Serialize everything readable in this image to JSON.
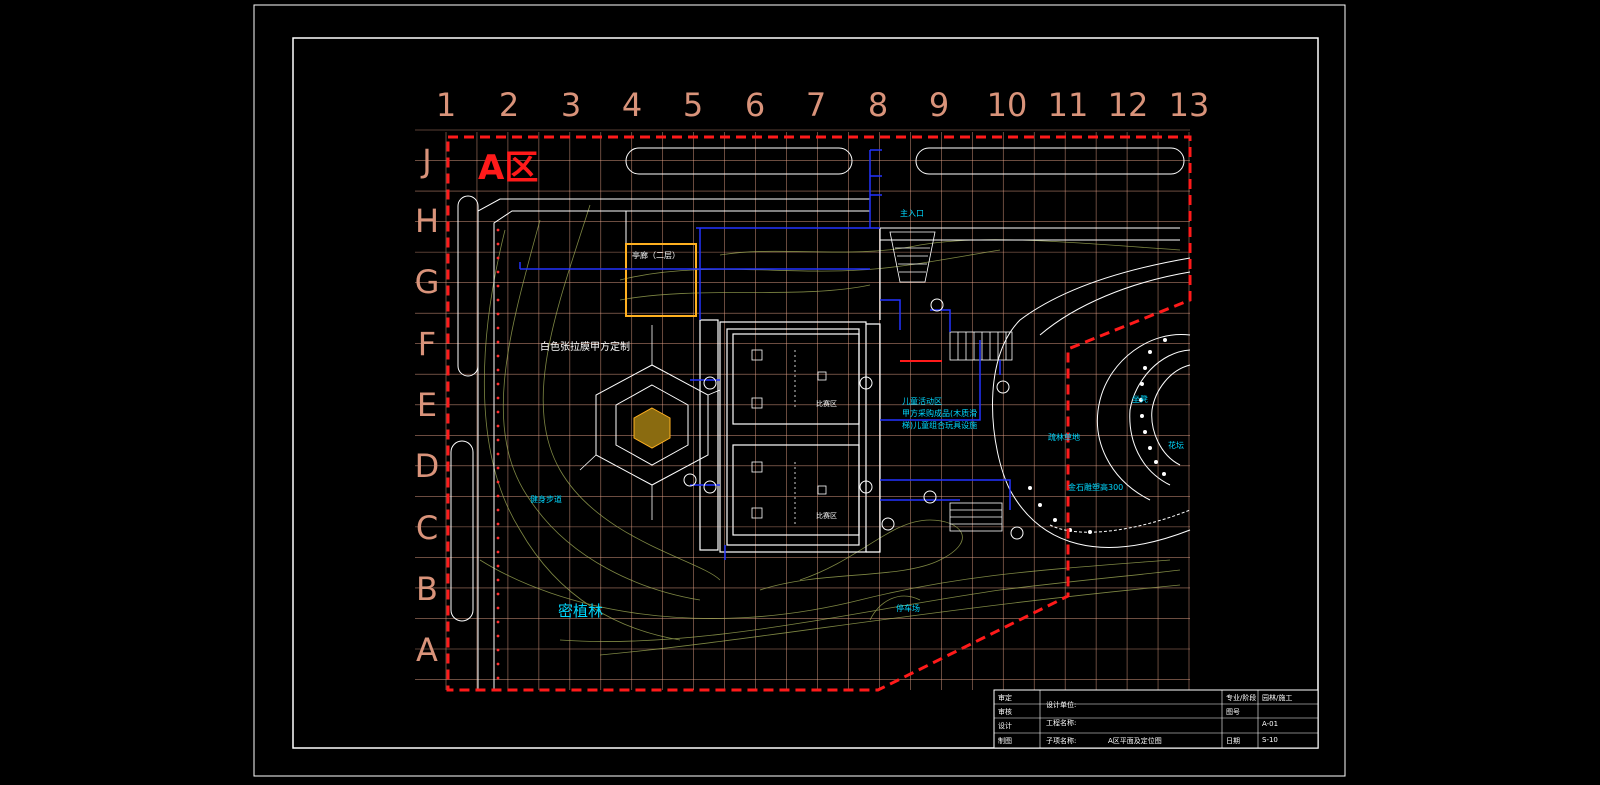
{
  "grid": {
    "columns": [
      "1",
      "2",
      "3",
      "4",
      "5",
      "6",
      "7",
      "8",
      "9",
      "10",
      "11",
      "12",
      "13"
    ],
    "rows": [
      "J",
      "H",
      "G",
      "F",
      "E",
      "D",
      "C",
      "B",
      "A"
    ]
  },
  "zone_title": "A区",
  "labels": {
    "main_entrance": "主入口",
    "pavilion": "亭廊（二层）",
    "white_membrane": "白色张拉膜甲方定制",
    "dense_forest": "密植林",
    "zone_top_right": "比赛区",
    "zone_bottom_right": "比赛区",
    "gold_stone": "金石雕塑高300",
    "lawn": "疏林草地",
    "children_area": "儿童活动区",
    "children_note_1": "甲方采购成品(木质滑",
    "children_note_2": "梯)儿童组合玩具设施",
    "parking": "停车场",
    "fitness": "健身步道",
    "bench": "坐凳",
    "flower": "花坛"
  },
  "title_block": {
    "roles": [
      "审定",
      "审核",
      "设计",
      "制图"
    ],
    "design_unit_label": "设计单位:",
    "project_label": "工程名称:",
    "drawing_label": "子项名称:",
    "drawing_name": "A区平面及定位图",
    "discipline_label": "专业/阶段",
    "discipline_value": "园林/施工",
    "drawing_no_label": "图号",
    "drawing_no_value": "A-01",
    "sheet_value": "S-10",
    "date_label": "日期"
  },
  "colors": {
    "grid": "#e8a58a",
    "grid_labels": "#d9937a",
    "zone_boundary": "#ff1a1a",
    "walls": "#ffffff",
    "callouts": "#2233ff",
    "annotation_text": "#00d8ff",
    "contours": "#a8b45a",
    "pavilion": "#ffb020",
    "tree_marks": "#ff3030"
  }
}
